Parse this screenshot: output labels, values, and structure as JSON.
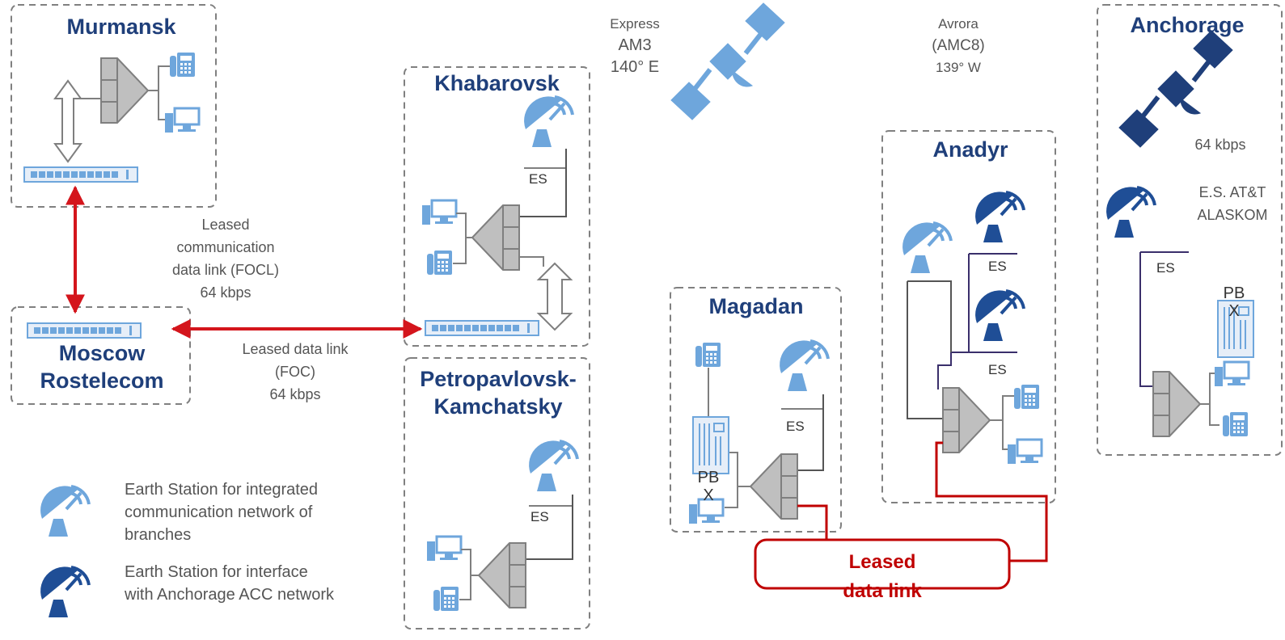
{
  "nodes": {
    "murmansk": "Murmansk",
    "moscow": "Moscow\nRostelecom",
    "khabarovsk": "Khabarovsk",
    "petropavlovsk": "Petropavlovsk-\nKamchatsky",
    "magadan": "Magadan",
    "anadyr": "Anadyr",
    "anchorage": "Anchorage"
  },
  "links": {
    "focl": "Leased\ncommunication\ndata link (FOCL)\n64 kbps",
    "foc": "Leased data link\n(FOC)\n64 kbps",
    "leased": "Leased\ndata link"
  },
  "satellites": {
    "express": {
      "name": "Express",
      "id": "AM3",
      "pos": "140° E"
    },
    "avrora": {
      "name": "Avrora",
      "id": "(AMC8)",
      "pos": "139° W"
    }
  },
  "anchorage": {
    "rate": "64 kbps",
    "station": "E.S. AT&T\nALASKOM"
  },
  "labels": {
    "es": "ES",
    "pbx_top": "PB",
    "pbx_x": "X"
  },
  "legend": {
    "integrated": "Earth Station for integrated\ncommunication network of\nbranches",
    "interface": "Earth Station for interface\nwith Anchorage ACC network"
  },
  "colors": {
    "title": "#1f3f7a",
    "light_dish": "#6ea6dc",
    "dark_dish": "#1f4e96",
    "red_link": "#c00000",
    "box_border": "#808080"
  }
}
